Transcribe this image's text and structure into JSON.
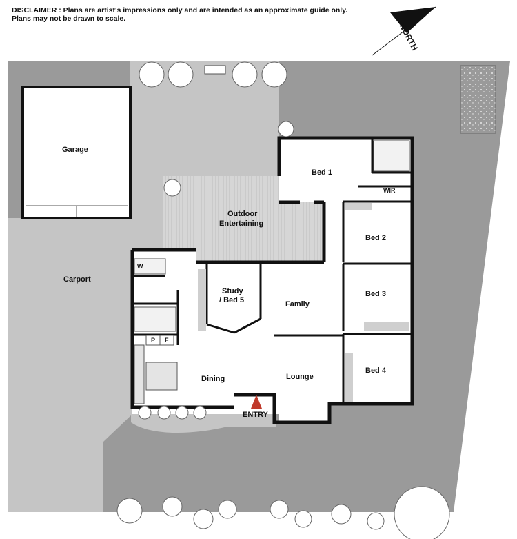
{
  "disclaimer": {
    "line1": "DISCLAIMER : Plans are artist's impressions only and are intended as an approximate guide only.",
    "line2": "Plans may not be drawn to scale."
  },
  "compass": {
    "label": "NORTH"
  },
  "rooms": {
    "garage": "Garage",
    "carport": "Carport",
    "outdoor_line1": "Outdoor",
    "outdoor_line2": "Entertaining",
    "bed1": "Bed 1",
    "wir": "WIR",
    "bed2": "Bed 2",
    "bed3": "Bed 3",
    "bed4": "Bed 4",
    "study_line1": "Study",
    "study_line2": "/ Bed 5",
    "family": "Family",
    "dining": "Dining",
    "lounge": "Lounge",
    "entry": "ENTRY",
    "pantry": "P",
    "fridge": "F",
    "laundry": "W"
  },
  "colors": {
    "lawn": "#9a9a9a",
    "paving": "#c9c9c9",
    "deck": "#d4d4d4",
    "wall": "#111111",
    "floor": "#ffffff",
    "entry_arrow": "#c0392b"
  }
}
